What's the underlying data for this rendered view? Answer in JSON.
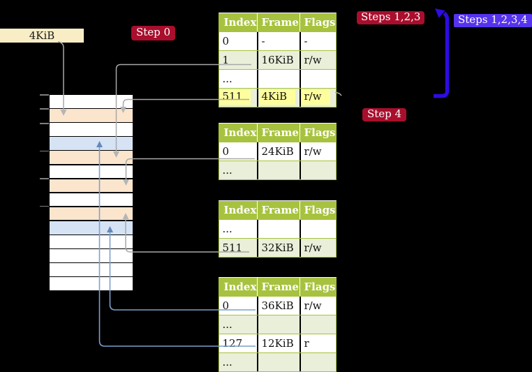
{
  "colors": {
    "header_green": "#a7c23e",
    "row_green": "#e9efd8",
    "peach": "#fce5cd",
    "blue_row": "#d5e3f5",
    "beige": "#f9edc5",
    "yellow": "#feff9c",
    "crimson": "#a90e2d",
    "indigo": "#5633ee",
    "arrow_blue": "#2d0ce0",
    "line_gray": "#a8a8a8",
    "line_blue": "#7d9fce"
  },
  "labels": {
    "frame_size": "4KiB",
    "step0": "Step 0",
    "steps123": "Steps 1,2,3",
    "steps1234": "Steps 1,2,3,4",
    "step4": "Step 4"
  },
  "memory": {
    "rows": [
      {
        "fill": "white"
      },
      {
        "fill": "peach"
      },
      {
        "fill": "white"
      },
      {
        "fill": "blue"
      },
      {
        "fill": "peach"
      },
      {
        "fill": "white"
      },
      {
        "fill": "peach"
      },
      {
        "fill": "white"
      },
      {
        "fill": "peach"
      },
      {
        "fill": "blue"
      },
      {
        "fill": "white"
      },
      {
        "fill": "white"
      },
      {
        "fill": "white"
      },
      {
        "fill": "white"
      }
    ]
  },
  "tables": [
    {
      "headers": [
        "Index",
        "Frame",
        "Flags"
      ],
      "rows": [
        {
          "cells": [
            "0",
            "-",
            "-"
          ],
          "shade": false
        },
        {
          "cells": [
            "1",
            "16KiB",
            "r/w"
          ],
          "shade": true
        },
        {
          "cells": [
            "...",
            "",
            ""
          ],
          "shade": false
        },
        {
          "cells": [
            "511",
            "4KiB",
            "r/w"
          ],
          "shade": true,
          "highlight": true
        }
      ]
    },
    {
      "headers": [
        "Index",
        "Frame",
        "Flags"
      ],
      "rows": [
        {
          "cells": [
            "0",
            "24KiB",
            "r/w"
          ],
          "shade": false
        },
        {
          "cells": [
            "...",
            "",
            ""
          ],
          "shade": true
        }
      ]
    },
    {
      "headers": [
        "Index",
        "Frame",
        "Flags"
      ],
      "rows": [
        {
          "cells": [
            "...",
            "",
            ""
          ],
          "shade": false
        },
        {
          "cells": [
            "511",
            "32KiB",
            "r/w"
          ],
          "shade": true
        }
      ]
    },
    {
      "headers": [
        "Index",
        "Frame",
        "Flags"
      ],
      "rows": [
        {
          "cells": [
            "0",
            "36KiB",
            "r/w"
          ],
          "shade": false
        },
        {
          "cells": [
            "...",
            "",
            ""
          ],
          "shade": true
        },
        {
          "cells": [
            "127",
            "12KiB",
            "r"
          ],
          "shade": false
        },
        {
          "cells": [
            "...",
            "",
            ""
          ],
          "shade": true
        }
      ]
    }
  ]
}
